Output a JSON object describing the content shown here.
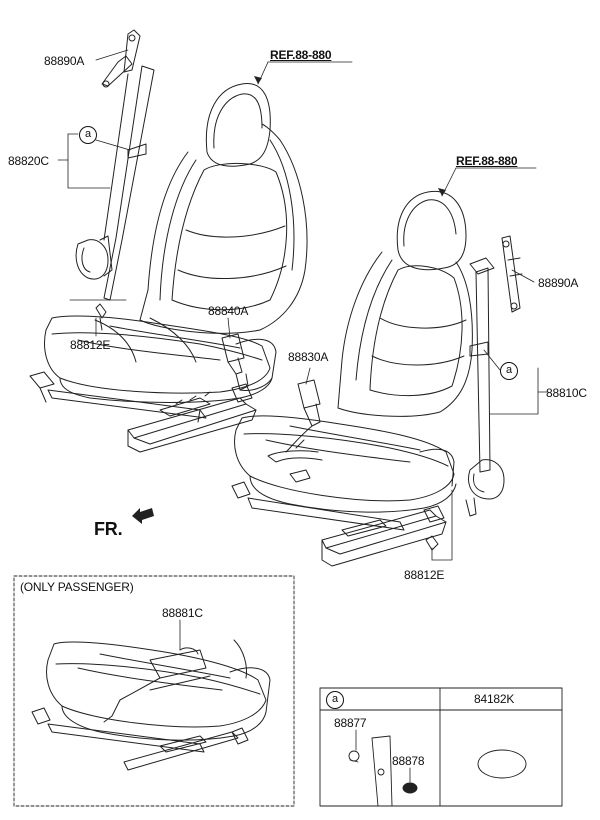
{
  "labels": {
    "p88890A_top": "88890A",
    "p88820C": "88820C",
    "p88812E_left": "88812E",
    "p88840A": "88840A",
    "ref_top": "REF.88-880",
    "ref_right": "REF.88-880",
    "p88830A": "88830A",
    "p88890A_right": "88890A",
    "p88810C": "88810C",
    "p88812E_right": "88812E",
    "fr": "FR.",
    "only_passenger": "(ONLY PASSENGER)",
    "p88881C": "88881C",
    "p84182K": "84182K",
    "p88877": "88877",
    "p88878": "88878",
    "marker_a": "a"
  }
}
